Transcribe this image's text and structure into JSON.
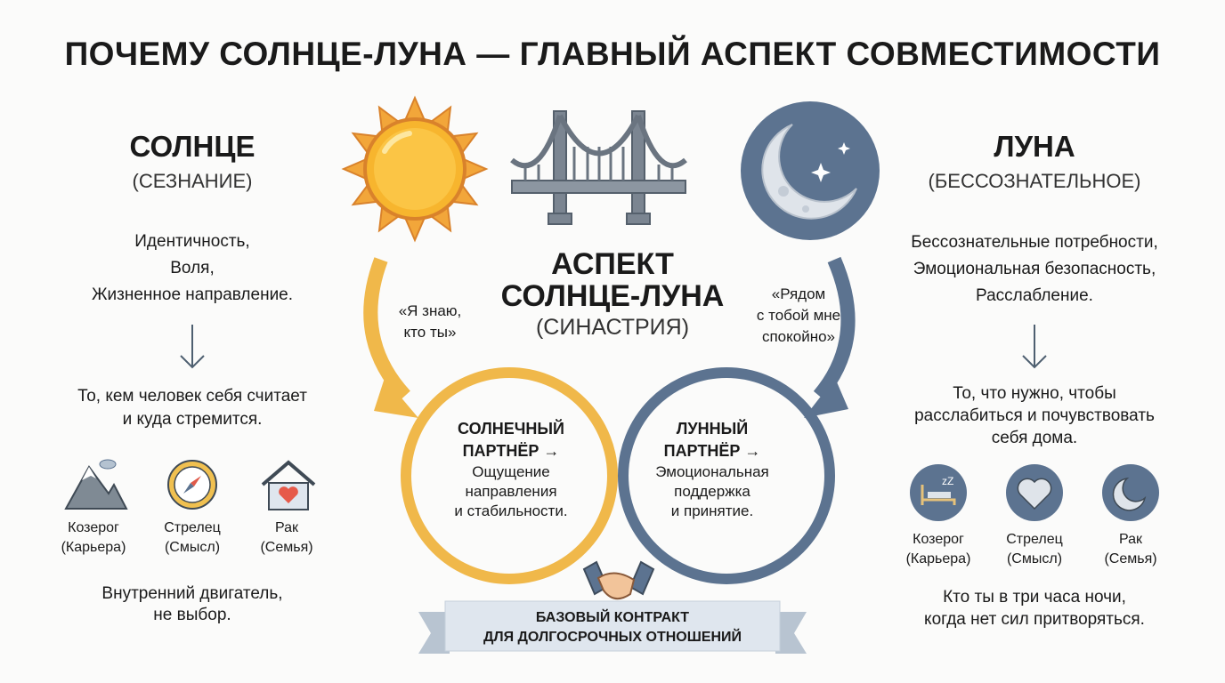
{
  "title": "ПОЧЕМУ СОЛНЦЕ-ЛУНА — ГЛАВНЫЙ АСПЕКТ СОВМЕСТИМОСТИ",
  "colors": {
    "sun": "#f0b84a",
    "moon": "#5c7390",
    "banner": "#dfe6ee"
  },
  "sun": {
    "heading": "СОЛНЦЕ",
    "subheading": "(СЕЗНАНИЕ)",
    "traits": [
      "Идентичность,",
      "Воля,",
      "Жизненное направление."
    ],
    "meaning": [
      "То, кем человек себя считает",
      "и куда стремится."
    ],
    "icons": [
      {
        "icon": "mountain-icon",
        "sign": "Козерог",
        "area": "(Карьера)"
      },
      {
        "icon": "compass-icon",
        "sign": "Стрелец",
        "area": "(Смысл)"
      },
      {
        "icon": "house-heart-icon",
        "sign": "Рак",
        "area": "(Семья)"
      }
    ],
    "footer": [
      "Внутренний двигатель,",
      "не выбор."
    ],
    "quote": [
      "«Я знаю,",
      "кто ты»"
    ],
    "partner_title": [
      "СОЛНЕЧНЫЙ",
      "ПАРТНЁР →"
    ],
    "partner_text": [
      "Ощущение",
      "направления",
      "и стабильности."
    ]
  },
  "moon": {
    "heading": "ЛУНА",
    "subheading": "(БЕССОЗНАТЕЛЬНОЕ)",
    "traits": [
      "Бессознательные потребности,",
      "Эмоциональная безопасность,",
      "Расслабление."
    ],
    "meaning": [
      "То, что нужно, чтобы",
      "расслабиться и почувствовать",
      "себя дома."
    ],
    "icons": [
      {
        "icon": "sleeping-bed-icon",
        "sign": "Козерог",
        "area": "(Карьера)"
      },
      {
        "icon": "heart-icon",
        "sign": "Стрелец",
        "area": "(Смысл)"
      },
      {
        "icon": "crescent-moon-icon",
        "sign": "Рак",
        "area": "(Семья)"
      }
    ],
    "footer": [
      "Кто ты в три часа ночи,",
      "когда нет сил притворяться."
    ],
    "quote": [
      "«Рядом",
      "с тобой мне",
      "спокойно»"
    ],
    "partner_title": [
      "ЛУННЫЙ",
      "ПАРТНЁР →"
    ],
    "partner_text": [
      "Эмоциональная",
      "поддержка",
      "и принятие."
    ]
  },
  "center": {
    "heading": [
      "АСПЕКТ",
      "СОЛНЦЕ-ЛУНА"
    ],
    "subheading": "(СИНАСТРИЯ)",
    "banner": [
      "БАЗОВЫЙ КОНТРАКТ",
      "ДЛЯ ДОЛГОСРОЧНЫХ ОТНОШЕНИЙ"
    ]
  }
}
